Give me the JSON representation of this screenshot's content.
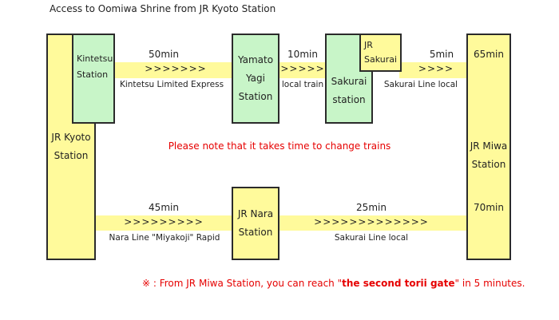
{
  "title": "Access to Oomiwa Shrine from JR Kyoto Station",
  "stations": {
    "jr_kyoto": "JR Kyoto\nStation",
    "kintetsu": "Kintetsu\nStation",
    "yamato_yagi": "Yamato\nYagi\nStation",
    "sakurai": "Sakurai\nstation",
    "jr_sakurai": "JR\nSakurai",
    "jr_miwa": "JR Miwa\nStation",
    "jr_nara": "JR Nara\nStation"
  },
  "routes": {
    "kintetsu_to_yagi": {
      "time": "50min",
      "arrows": ">>>>>>>",
      "line": "Kintetsu Limited Express"
    },
    "yagi_to_sakurai": {
      "time": "10min",
      "arrows": ">>>>>",
      "line": "local train"
    },
    "sakurai_to_miwa": {
      "time": "5min",
      "arrows": ">>>>",
      "line": "Sakurai Line   local"
    },
    "kyoto_to_nara": {
      "time": "45min",
      "arrows": ">>>>>>>>>",
      "line": "Nara Line  \"Miyakoji\"   Rapid"
    },
    "nara_to_miwa": {
      "time": "25min",
      "arrows": ">>>>>>>>>>>>>",
      "line": "Sakurai Line   local"
    }
  },
  "totals": {
    "upper": "65min",
    "lower": "70min"
  },
  "warning": "Please note that it takes time to change trains",
  "note": {
    "prefix": "※ : From JR Miwa Station, you can reach \"",
    "highlight": "the second torii gate",
    "suffix": "\" in 5 minutes."
  },
  "colors": {
    "yellow": "#fffa9b",
    "green": "#c8f5c8",
    "red": "#e60000"
  }
}
